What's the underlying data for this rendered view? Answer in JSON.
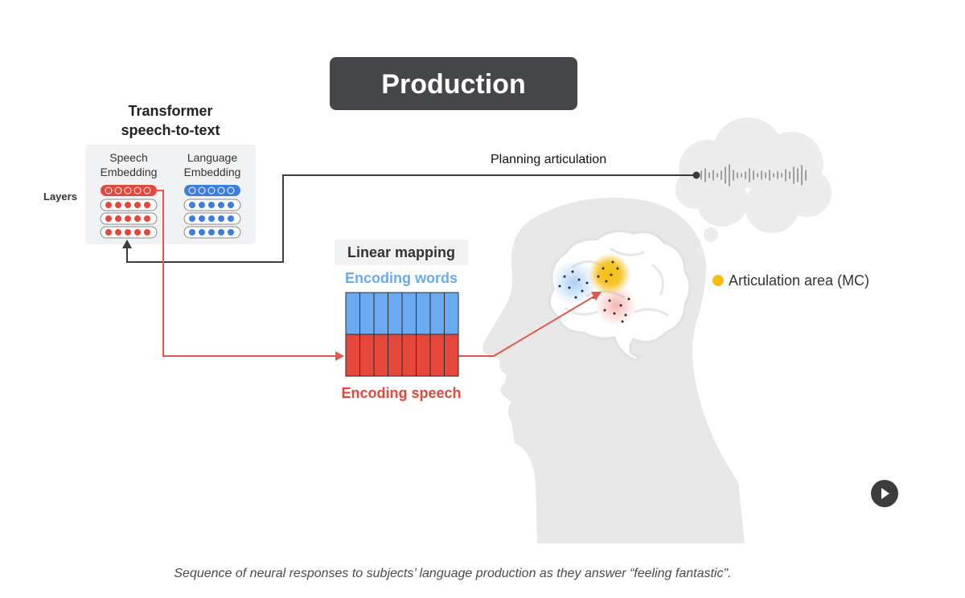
{
  "title": "Production",
  "transformer": {
    "title_line1": "Transformer",
    "title_line2": "speech-to-text",
    "speech_col_line1": "Speech",
    "speech_col_line2": "Embedding",
    "language_col_line1": "Language",
    "language_col_line2": "Embedding",
    "layers_label": "Layers"
  },
  "planning_label": "Planning articulation",
  "linear_mapping": {
    "label": "Linear mapping",
    "encoding_words": "Encoding words",
    "encoding_speech": "Encoding speech",
    "columns": 8
  },
  "legend": {
    "articulation_area": "Articulation area (MC)"
  },
  "caption": "Sequence of neural responses to subjects’ language production as they answer “feeling fantastic\".",
  "colors": {
    "title_bg": "#444649",
    "red": "#e5473b",
    "blue": "#6aaaf0",
    "blue_dark": "#3d7de0",
    "yellow": "#f5bd0e",
    "gray_silhouette": "#e8e8e8",
    "dark_line": "#3c3c3c",
    "red_line": "#e2574a"
  },
  "icons": {
    "play": "play-icon"
  }
}
